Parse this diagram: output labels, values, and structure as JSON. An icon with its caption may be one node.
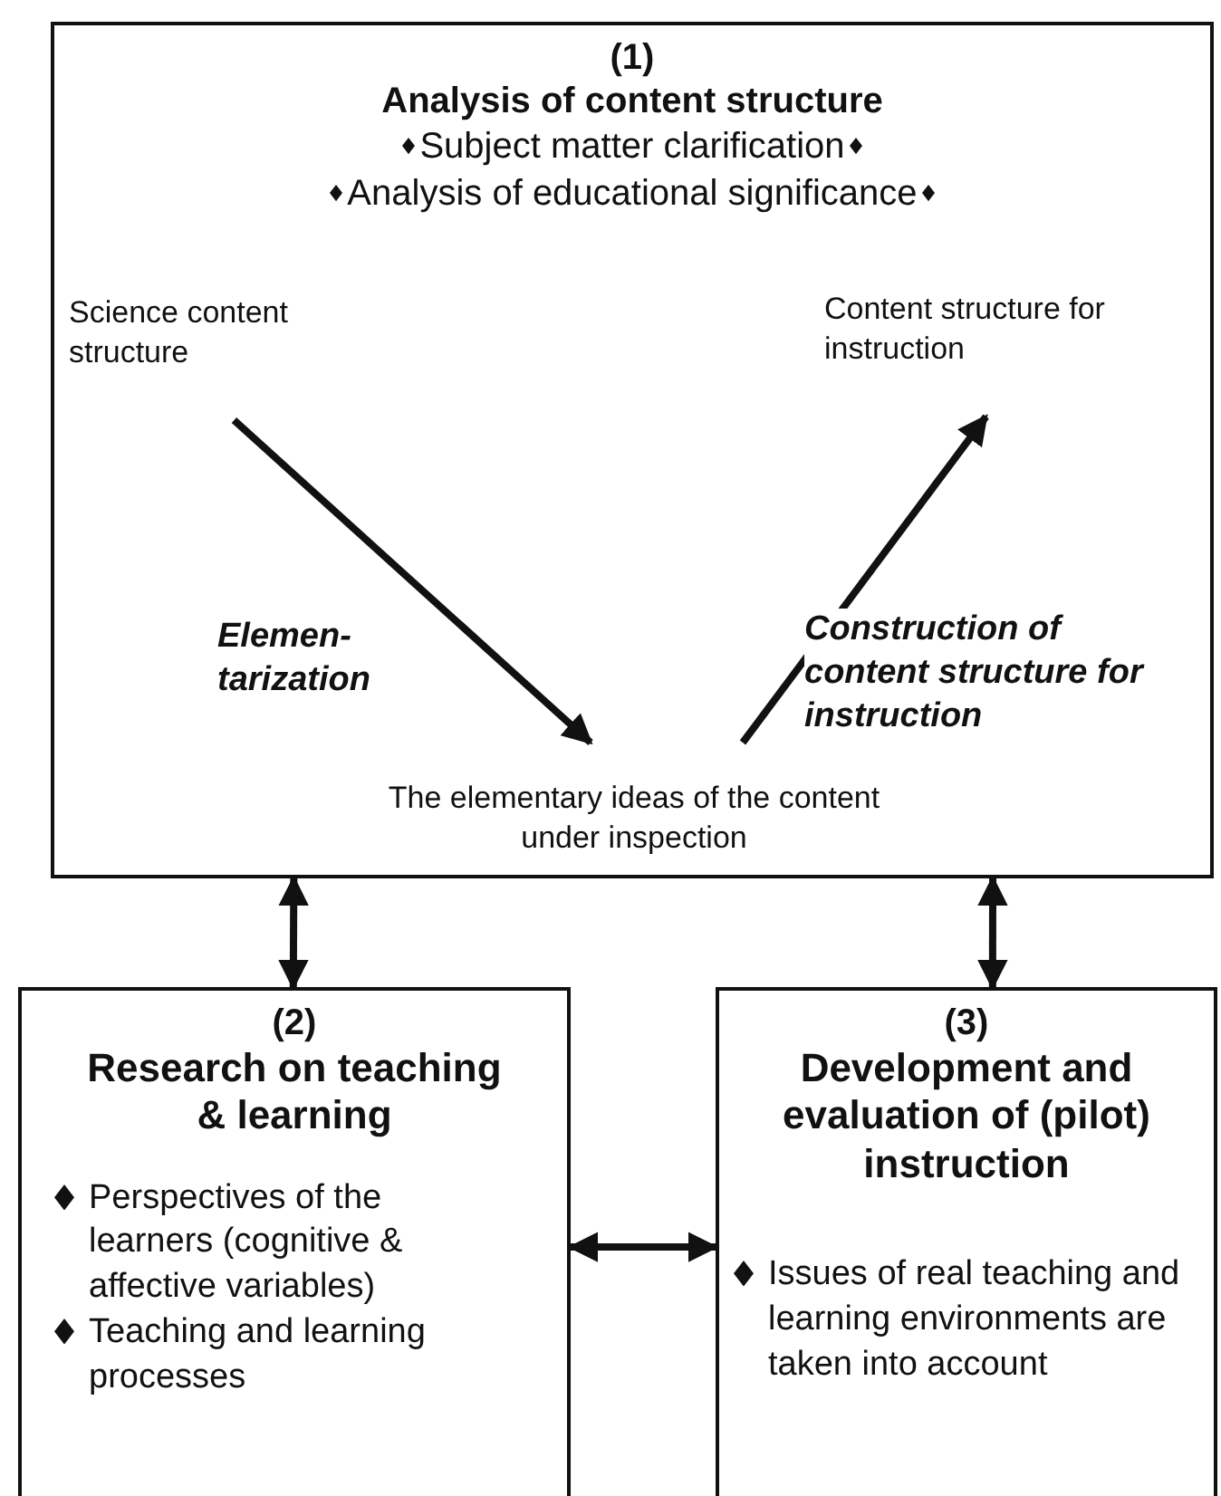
{
  "diagram": {
    "nodes": [
      {
        "text": [
          "(1)",
          "Analysis of content structure",
          "Subject matter clarification",
          "Analysis of educational significance"
        ]
      },
      {
        "text": [
          "Science content structure"
        ],
        "in": 0
      },
      {
        "text": [
          "Content structure for instruction"
        ],
        "in": 0
      },
      {
        "text": [
          "The elementary ideas of the content under inspection"
        ],
        "in": 0
      },
      {
        "text": [
          "(2)",
          "Research on teaching & learning",
          "Perspectives of the learners (cognitive & affective variables)",
          "Teaching and learning processes"
        ]
      },
      {
        "text": [
          "(3)",
          "Development and evaluation of (pilot) instruction",
          "Issues of real teaching and learning environments are taken into account"
        ]
      }
    ],
    "edges": [
      {
        "from": 1,
        "to": 3,
        "arrow": "to",
        "label": "Elemen- tarization"
      },
      {
        "from": 3,
        "to": 2,
        "arrow": "to",
        "label": "Construction of content structure for instruction"
      },
      {
        "from": 0,
        "to": 4,
        "arrow": "both"
      },
      {
        "from": 0,
        "to": 5,
        "arrow": "both"
      },
      {
        "from": 4,
        "to": 5,
        "arrow": "both"
      }
    ]
  }
}
